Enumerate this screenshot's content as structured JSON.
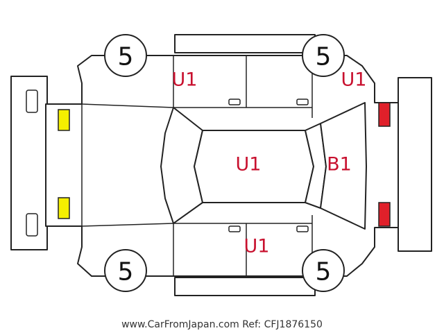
{
  "tires": {
    "front_left": "5",
    "rear_left": "5",
    "front_right": "5",
    "rear_right": "5"
  },
  "marks": {
    "left_doors": "U1",
    "rear_corner": "U1",
    "roof": "U1",
    "rear_window": "B1",
    "right_doors": "U1"
  },
  "lights": {
    "front_color": "#f5ef00",
    "rear_color": "#e0202a"
  },
  "colors": {
    "mark_text": "#c8102e",
    "outline": "#222222"
  },
  "footer": "www.CarFromJapan.com Ref: CFJ1876150"
}
